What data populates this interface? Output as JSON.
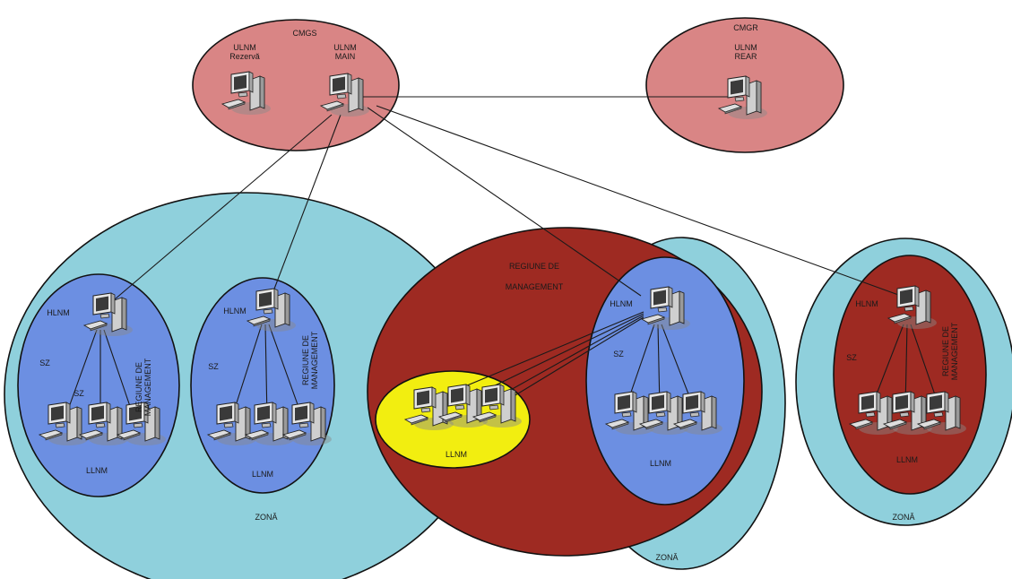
{
  "colors": {
    "management_region_pink": "#D98585",
    "zone_cyan": "#8FD0DC",
    "subzone_blue": "#6C8FE2",
    "management_region_dark_red": "#9E2A22",
    "llnm_group_yellow": "#F2EE10",
    "link_black": "#1A1A1A"
  },
  "cmgs": {
    "title": "CMGS",
    "ulnm_reserve_label_line1": "ULNM",
    "ulnm_reserve_label_line2": "Rezervă",
    "ulnm_main_label_line1": "ULNM",
    "ulnm_main_label_line2": "MAIN"
  },
  "cmgr": {
    "title": "CMGR",
    "ulnm_rear_label_line1": "ULNM",
    "ulnm_rear_label_line2": "REAR"
  },
  "zone_left": {
    "label": "ZONĂ",
    "subzone1": {
      "hlnm": "HLNM",
      "sz": "SZ",
      "sz_inner": "SZ",
      "region_line1": "REGIUNE DE",
      "region_line2": "MANAGEMENT",
      "llnm": "LLNM"
    },
    "subzone2": {
      "hlnm": "HLNM",
      "sz": "SZ",
      "region_line1": "REGIUNE DE",
      "region_line2": "MANAGEMENT",
      "llnm": "LLNM"
    }
  },
  "zone_middle": {
    "label": "ZONĂ",
    "region_line1": "REGIUNE DE",
    "region_line2": "MANAGEMENT",
    "llnm_yellow": "LLNM",
    "subzone": {
      "hlnm": "HLNM",
      "sz": "SZ",
      "llnm": "LLNM"
    }
  },
  "zone_right": {
    "label": "ZONĂ",
    "hlnm": "HLNM",
    "sz": "SZ",
    "region_line1": "REGIUNE DE",
    "region_line2": "MANAGEMENT",
    "llnm": "LLNM"
  }
}
